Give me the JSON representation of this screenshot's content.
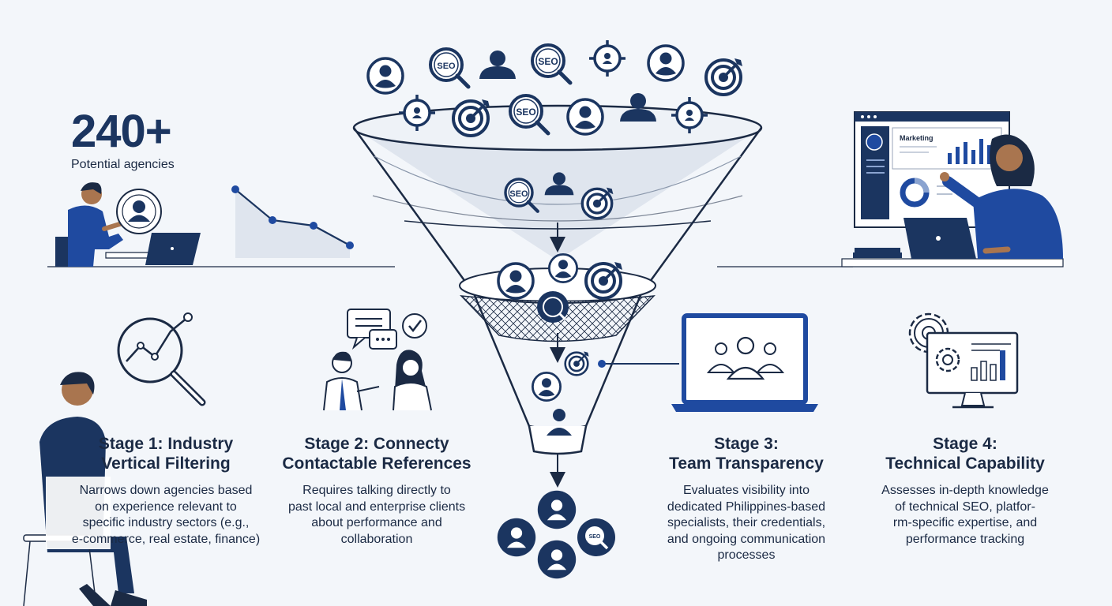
{
  "stat": {
    "value": "240+",
    "caption": "Potential agencies"
  },
  "funnel": {
    "icon_label": "SEO",
    "dashboard_label": "Marketing"
  },
  "stages": [
    {
      "title_lines": [
        "Stage 1: Industry",
        "Vertical Filtering"
      ],
      "desc_lines": [
        "Narrows down agencies based",
        "on experience relevant to",
        "specific industry sectors (e.g.,",
        "e-commerce, real estate, finance)"
      ]
    },
    {
      "title_lines": [
        "Stage 2: Connecty",
        "Contactable References"
      ],
      "desc_lines": [
        "Requires talking directly to",
        "past local and enterprise clients",
        "about performance and",
        "collaboration"
      ]
    },
    {
      "title_lines": [
        "Stage 3:",
        "Team Transparency"
      ],
      "desc_lines": [
        "Evaluates visibility into",
        "dedicated Philippines-based",
        "specialists, their credentials,",
        "and ongoing communication",
        "processes"
      ]
    },
    {
      "title_lines": [
        "Stage 4:",
        "Technical Capability"
      ],
      "desc_lines": [
        "Assesses in-depth knowledge",
        "of technical SEO, platfor-",
        "rm-specific expertise, and",
        "performance tracking"
      ]
    }
  ],
  "colors": {
    "navy": "#1b3560",
    "blue": "#1f4aa0",
    "light": "#e4e9f1",
    "ink": "#1b2a44"
  },
  "icons": [
    "avatar-icon",
    "seo-magnifier-icon",
    "target-icon",
    "crosshair-user-icon",
    "arrow-down-icon",
    "gear-icon",
    "laptop-icon",
    "chat-bubble-icon",
    "checkmark-icon",
    "trend-magnifier-icon"
  ]
}
